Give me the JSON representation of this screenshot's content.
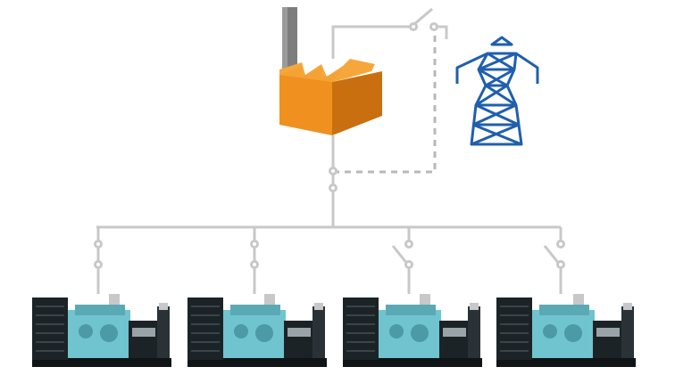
{
  "colors": {
    "wire": "#c8c8c8",
    "dashed_wire": "#b8b8b8",
    "factory_front": "#f0901e",
    "factory_side": "#c96f10",
    "factory_roof": "#f6a73c",
    "chimney": "#7d7d7d",
    "tower": "#1f5fae",
    "generator_body": "#1c2327",
    "engine": "#6fc4cf"
  },
  "diagram": {
    "nodes": [
      {
        "id": "factory",
        "icon": "factory-icon"
      },
      {
        "id": "grid",
        "icon": "transmission-tower-icon"
      },
      {
        "id": "gen-1",
        "icon": "diesel-generator-icon"
      },
      {
        "id": "gen-2",
        "icon": "diesel-generator-icon"
      },
      {
        "id": "gen-3",
        "icon": "diesel-generator-icon"
      },
      {
        "id": "gen-4",
        "icon": "diesel-generator-icon"
      }
    ],
    "switches": [
      {
        "id": "grid-switch",
        "state": "open"
      },
      {
        "id": "main-bus-switch",
        "state": "closed"
      },
      {
        "id": "gen-1-switch",
        "state": "closed"
      },
      {
        "id": "gen-2-switch",
        "state": "closed"
      },
      {
        "id": "gen-3-switch",
        "state": "open"
      },
      {
        "id": "gen-4-switch",
        "state": "open"
      }
    ],
    "links": [
      {
        "from": "grid",
        "to": "factory",
        "style": "solid",
        "via": "grid-switch"
      },
      {
        "from": "grid",
        "to": "main-bus-switch",
        "style": "dashed"
      },
      {
        "from": "factory",
        "to": "generator-bus",
        "style": "solid",
        "via": "main-bus-switch"
      }
    ]
  }
}
